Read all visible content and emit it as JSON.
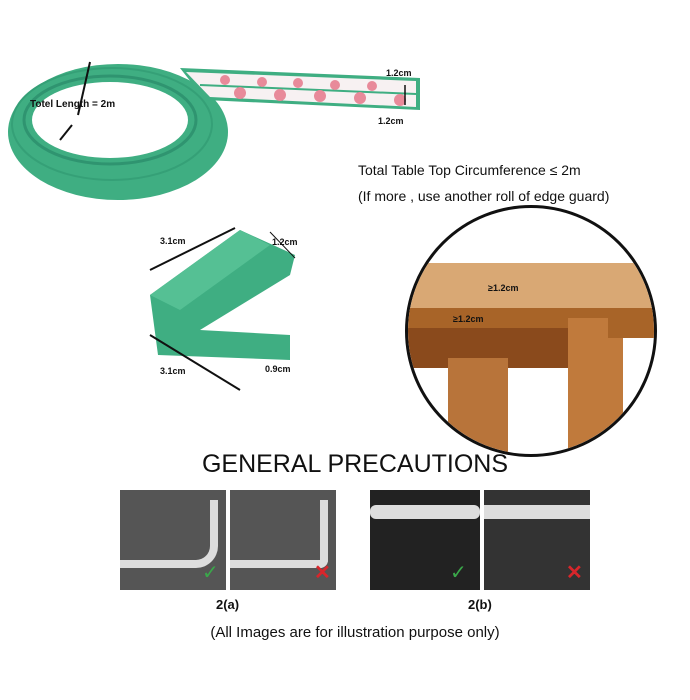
{
  "roll": {
    "length_label": "Totel Length = 2m",
    "width_top": "1.2cm",
    "width_bottom": "1.2cm"
  },
  "circumference": {
    "line1": "Total Table Top Circumference ≤ 2m",
    "line2": "(If more , use another roll of edge guard)"
  },
  "corner": {
    "top_length": "3.1cm",
    "top_width": "1.2cm",
    "bottom_length": "3.1cm",
    "thickness": "0.9cm"
  },
  "table": {
    "label_top": "≥1.2cm",
    "label_side": "≥1.2cm"
  },
  "precautions": {
    "title": "GENERAL PRECAUTIONS",
    "group_a": "2(a)",
    "group_b": "2(b)",
    "footer": "(All Images are for illustration purpose only)"
  },
  "colors": {
    "guard_green": "#3fae82",
    "check": "#3aa84a",
    "cross": "#d8262b",
    "wood": "#b8743a"
  }
}
